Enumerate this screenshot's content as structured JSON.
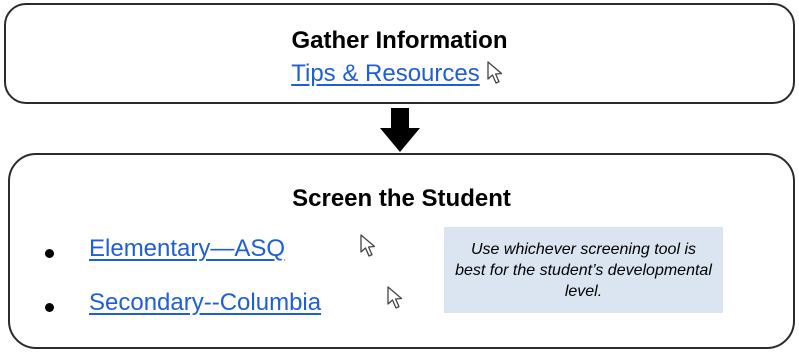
{
  "step1": {
    "title": "Gather Information",
    "link": "Tips & Resources"
  },
  "step2": {
    "title": "Screen the Student",
    "items": [
      {
        "link": "Elementary—ASQ"
      },
      {
        "link": "Secondary--Columbia"
      }
    ],
    "note": "Use whichever screening tool is best for the student’s developmental level."
  },
  "colors": {
    "link": "#1f5fd6",
    "note_background": "#dbe5f1",
    "border": "#2b2b2b",
    "arrow": "#000000"
  },
  "icons": [
    "pointer-cursor-icon",
    "down-arrow-icon"
  ]
}
